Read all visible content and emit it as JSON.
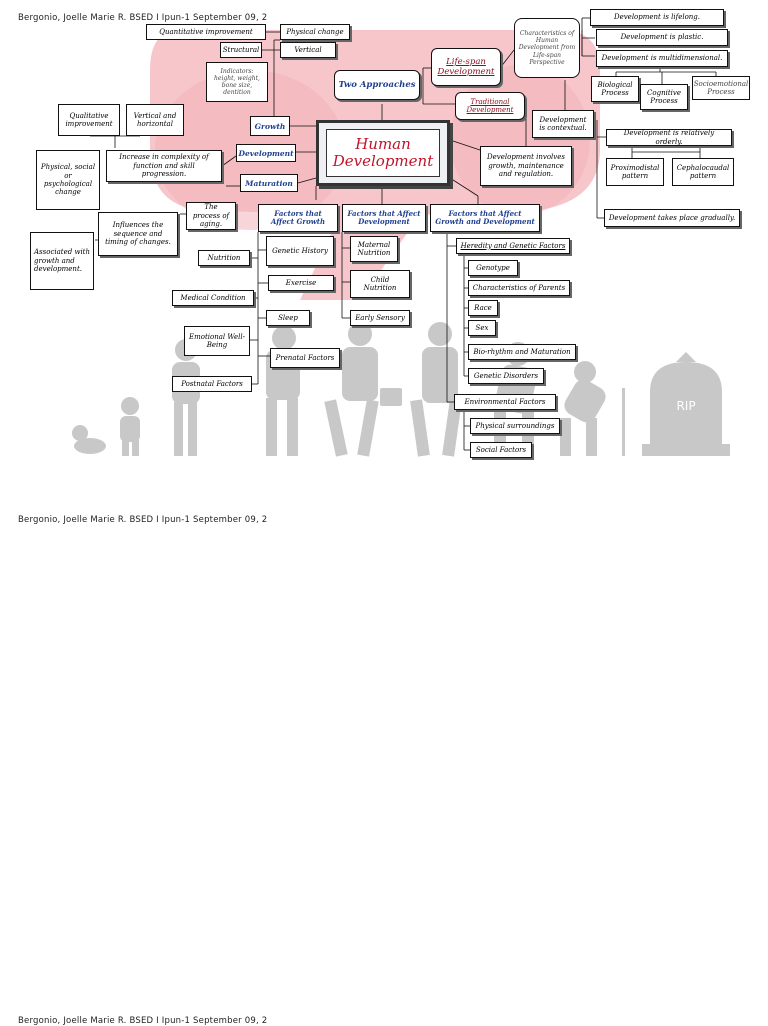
{
  "header": {
    "line1": "Bergonio, Joelle Marie R.  BSED I Ipun-1  September 09, 2",
    "line2": "Bergonio, Joelle Marie R.  BSED I Ipun-1  September 09, 2",
    "line3": "Bergonio, Joelle Marie R.  BSED I Ipun-1  September 09, 2"
  },
  "diagram": {
    "center": "Human Development",
    "nodes": {
      "two_approaches": "Two Approaches",
      "lifespan": "Life-span Development",
      "traditional": "Traditional Development",
      "characteristics": "Characteristics of Human Development from Life-span Perspective",
      "lifelong": "Development is lifelong.",
      "plastic": "Development is plastic.",
      "multidimensional": "Development is multidimensional.",
      "biological": "Biological Process",
      "cognitive": "Cognitive Process",
      "socioemotional": "Socioemotional Process",
      "contextual": "Development is contextual.",
      "orderly": "Development is relatively orderly.",
      "proximodistal": "Proximodistal pattern",
      "cephalocaudal": "Cephalocaudal pattern",
      "gradually": "Development takes place gradually.",
      "involves": "Development involves growth, maintenance and regulation.",
      "quantitative": "Quantitative improvement",
      "physical_change": "Physical change",
      "structural": "Structural",
      "vertical": "Vertical",
      "indicators": "Indicators: height, weight, bone size, dentition",
      "growth": "Growth",
      "development": "Development",
      "maturation": "Maturation",
      "qualitative": "Qualitative improvement",
      "vert_horiz": "Vertical and horizontal",
      "psych_change": "Physical, social or psychological change",
      "complexity": "Increase in complexity of function and skill progression.",
      "aging": "The process of aging.",
      "influences": "Influences the sequence and timing of changes.",
      "associated": "Associated with growth and development.",
      "factors_growth": "Factors that Affect Growth",
      "factors_dev": "Factors that Affect Development",
      "factors_both": "Factors that Affect Growth and Development",
      "genetic_history": "Genetic History",
      "exercise": "Exercise",
      "sleep": "Sleep",
      "prenatal": "Prenatal Factors",
      "nutrition": "Nutrition",
      "medical": "Medical Condition",
      "emotional": "Emotional Well-Being",
      "postnatal": "Postnatal Factors",
      "maternal": "Maternal Nutrition",
      "child_nutrition": "Child Nutrition",
      "early_sensory": "Early Sensory",
      "heredity": "Heredity and Genetic Factors",
      "genotype": "Genotype",
      "char_parents": "Characteristics of Parents",
      "race": "Race",
      "sex": "Sex",
      "biorhythm": "Bio-rhythm and Maturation",
      "genetic_disorders": "Genetic Disorders",
      "environmental": "Environmental Factors",
      "physical_surroundings": "Physical surroundings",
      "social_factors": "Social Factors",
      "rip": "RIP"
    }
  },
  "colors": {
    "accent": "#c0142a",
    "label_blue": "#1f3f8f",
    "watermark": "#f3b3b9",
    "silhouette": "#c4c4c4"
  }
}
